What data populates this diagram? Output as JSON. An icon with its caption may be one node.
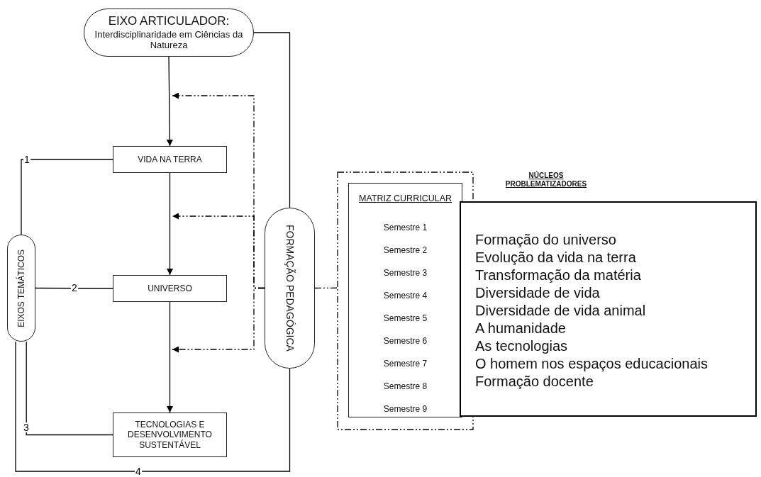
{
  "diagram": {
    "nodes": [
      {
        "text": [
          "EIXO ARTICULADOR:",
          "Interdisciplinaridade em Ciências da Natureza"
        ]
      },
      {
        "text": [
          "VIDA NA TERRA"
        ]
      },
      {
        "text": [
          "UNIVERSO"
        ]
      },
      {
        "text": [
          "TECNOLOGIAS E DESENVOLVIMENTO SUSTENTÁVEL"
        ]
      },
      {
        "text": [
          "EIXOS TEMÁTICOS"
        ]
      },
      {
        "text": [
          "FORMAÇÃO PEDAGÓGICA"
        ]
      },
      {
        "text": [],
        "shape": "box"
      },
      {
        "text": [
          "MATRIZ CURRICULAR",
          "Semestre 1",
          "Semestre 2",
          "Semestre 3",
          "Semestre 4",
          "Semestre 5",
          "Semestre 6",
          "Semestre 7",
          "Semestre 8",
          "Semestre 9"
        ],
        "in": 6
      },
      {
        "text": [
          "NÚCLEOS PROBLEMATIZADORES",
          "Formação do universo",
          "Evolução da vida na terra",
          "Transformação da matéria",
          "Diversidade de vida",
          "Diversidade de vida animal",
          "A humanidade",
          "As tecnologias",
          "O homem nos espaços educacionais",
          "Formação docente"
        ]
      }
    ],
    "edges": [
      {
        "from": 0,
        "to": 1,
        "arrow": "to"
      },
      {
        "from": 1,
        "to": 2,
        "arrow": "to"
      },
      {
        "from": 2,
        "to": 3,
        "arrow": "to"
      },
      {
        "from": 0,
        "to": 5,
        "arrow": "none"
      },
      {
        "from": 5,
        "to": 4,
        "arrow": "none",
        "label": "4"
      },
      {
        "from": 4,
        "to": 1,
        "arrow": "none",
        "label": "1"
      },
      {
        "from": 4,
        "to": 2,
        "arrow": "none",
        "label": "2"
      },
      {
        "from": 4,
        "to": 3,
        "arrow": "none",
        "label": "3"
      },
      {
        "from": 5,
        "to": null,
        "arrow": "to",
        "style": "dashed"
      },
      {
        "from": 5,
        "to": null,
        "arrow": "to",
        "style": "dashed"
      },
      {
        "from": 5,
        "to": null,
        "arrow": "to",
        "style": "dashed"
      },
      {
        "from": 5,
        "to": 6,
        "arrow": "none",
        "style": "dashed"
      }
    ]
  }
}
